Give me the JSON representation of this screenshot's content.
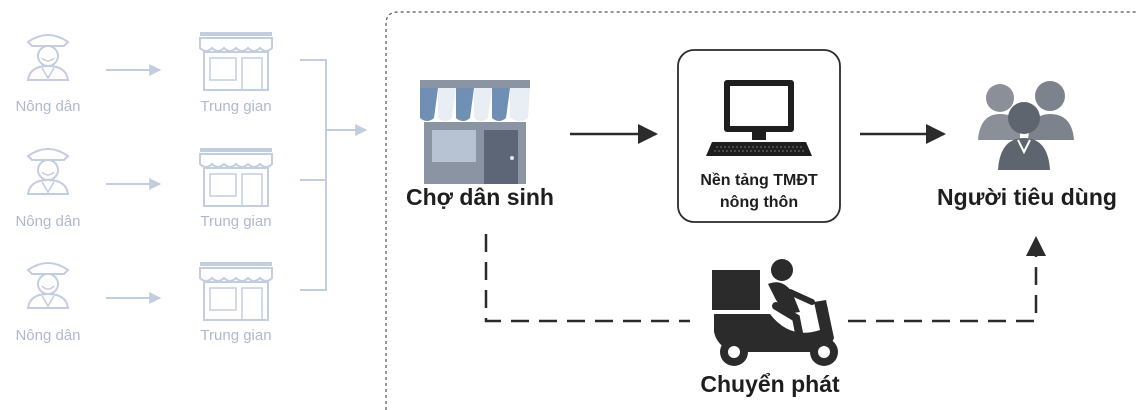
{
  "supply_chain": {
    "rows": [
      {
        "farmer_label": "Nông dân",
        "middleman_label": "Trung gian"
      },
      {
        "farmer_label": "Nông dân",
        "middleman_label": "Trung gian"
      },
      {
        "farmer_label": "Nông dân",
        "middleman_label": "Trung gian"
      }
    ]
  },
  "flow": {
    "market_label": "Chợ dân sinh",
    "platform_label_line1": "Nền tảng TMĐT",
    "platform_label_line2": "nông thôn",
    "consumer_label": "Người tiêu dùng",
    "delivery_label": "Chuyển phát"
  },
  "colors": {
    "faded": "#c3cde0",
    "faded_text": "#aeb9cf",
    "dark": "#2b2b2b",
    "awning_blue": "#6f8fb5",
    "store_body": "#8a94a3",
    "people": "#6f747d"
  },
  "icons": {
    "farmer": "farmer-icon",
    "middleman": "shop-icon",
    "market": "market-store-icon",
    "platform": "computer-icon",
    "consumer": "people-group-icon",
    "delivery": "delivery-scooter-icon"
  }
}
